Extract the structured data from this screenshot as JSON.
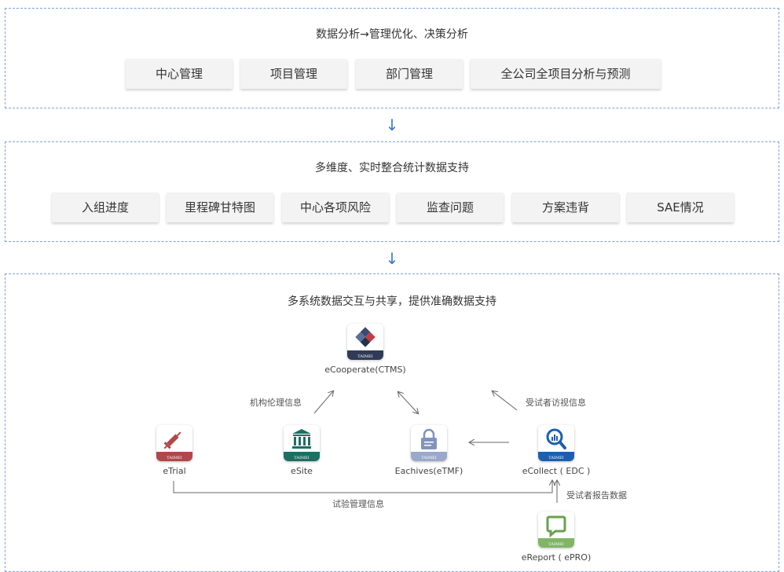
{
  "layer1": {
    "title": "数据分析→管理优化、决策分析",
    "items": [
      "中心管理",
      "项目管理",
      "部门管理",
      "全公司全项目分析与预测"
    ]
  },
  "layer2": {
    "title": "多维度、实时整合统计数据支持",
    "items": [
      "入组进度",
      "里程碑甘特图",
      "中心各项风险",
      "监查问题",
      "方案违背",
      "SAE情况"
    ]
  },
  "layer3": {
    "title": "多系统数据交互与共享，提供准确数据支持",
    "apps": {
      "ecooperate": {
        "label": "eCooperate(CTMS)",
        "brand": "TAIMEI",
        "color": "#2f3b57"
      },
      "etrial": {
        "label": "eTrial",
        "brand": "TAIMEI",
        "color": "#b0484b"
      },
      "esite": {
        "label": "eSite",
        "brand": "TAIMEI",
        "color": "#1f6e63"
      },
      "eachives": {
        "label": "Eachives(eTMF)",
        "brand": "TAIMEI",
        "color": "#9aa8c9"
      },
      "ecollect": {
        "label": "eCollect ( EDC )",
        "brand": "TAIMEI",
        "color": "#1d5fae"
      },
      "ereport": {
        "label": "eReport ( ePRO)",
        "brand": "TAIMEI",
        "color": "#7fb565"
      }
    },
    "notes": {
      "institution_ethics": "机构伦理信息",
      "subject_visit": "受试者访视信息",
      "trial_management": "试验管理信息",
      "subject_report": "受试者报告数据"
    }
  },
  "arrow_glyph": "↓"
}
